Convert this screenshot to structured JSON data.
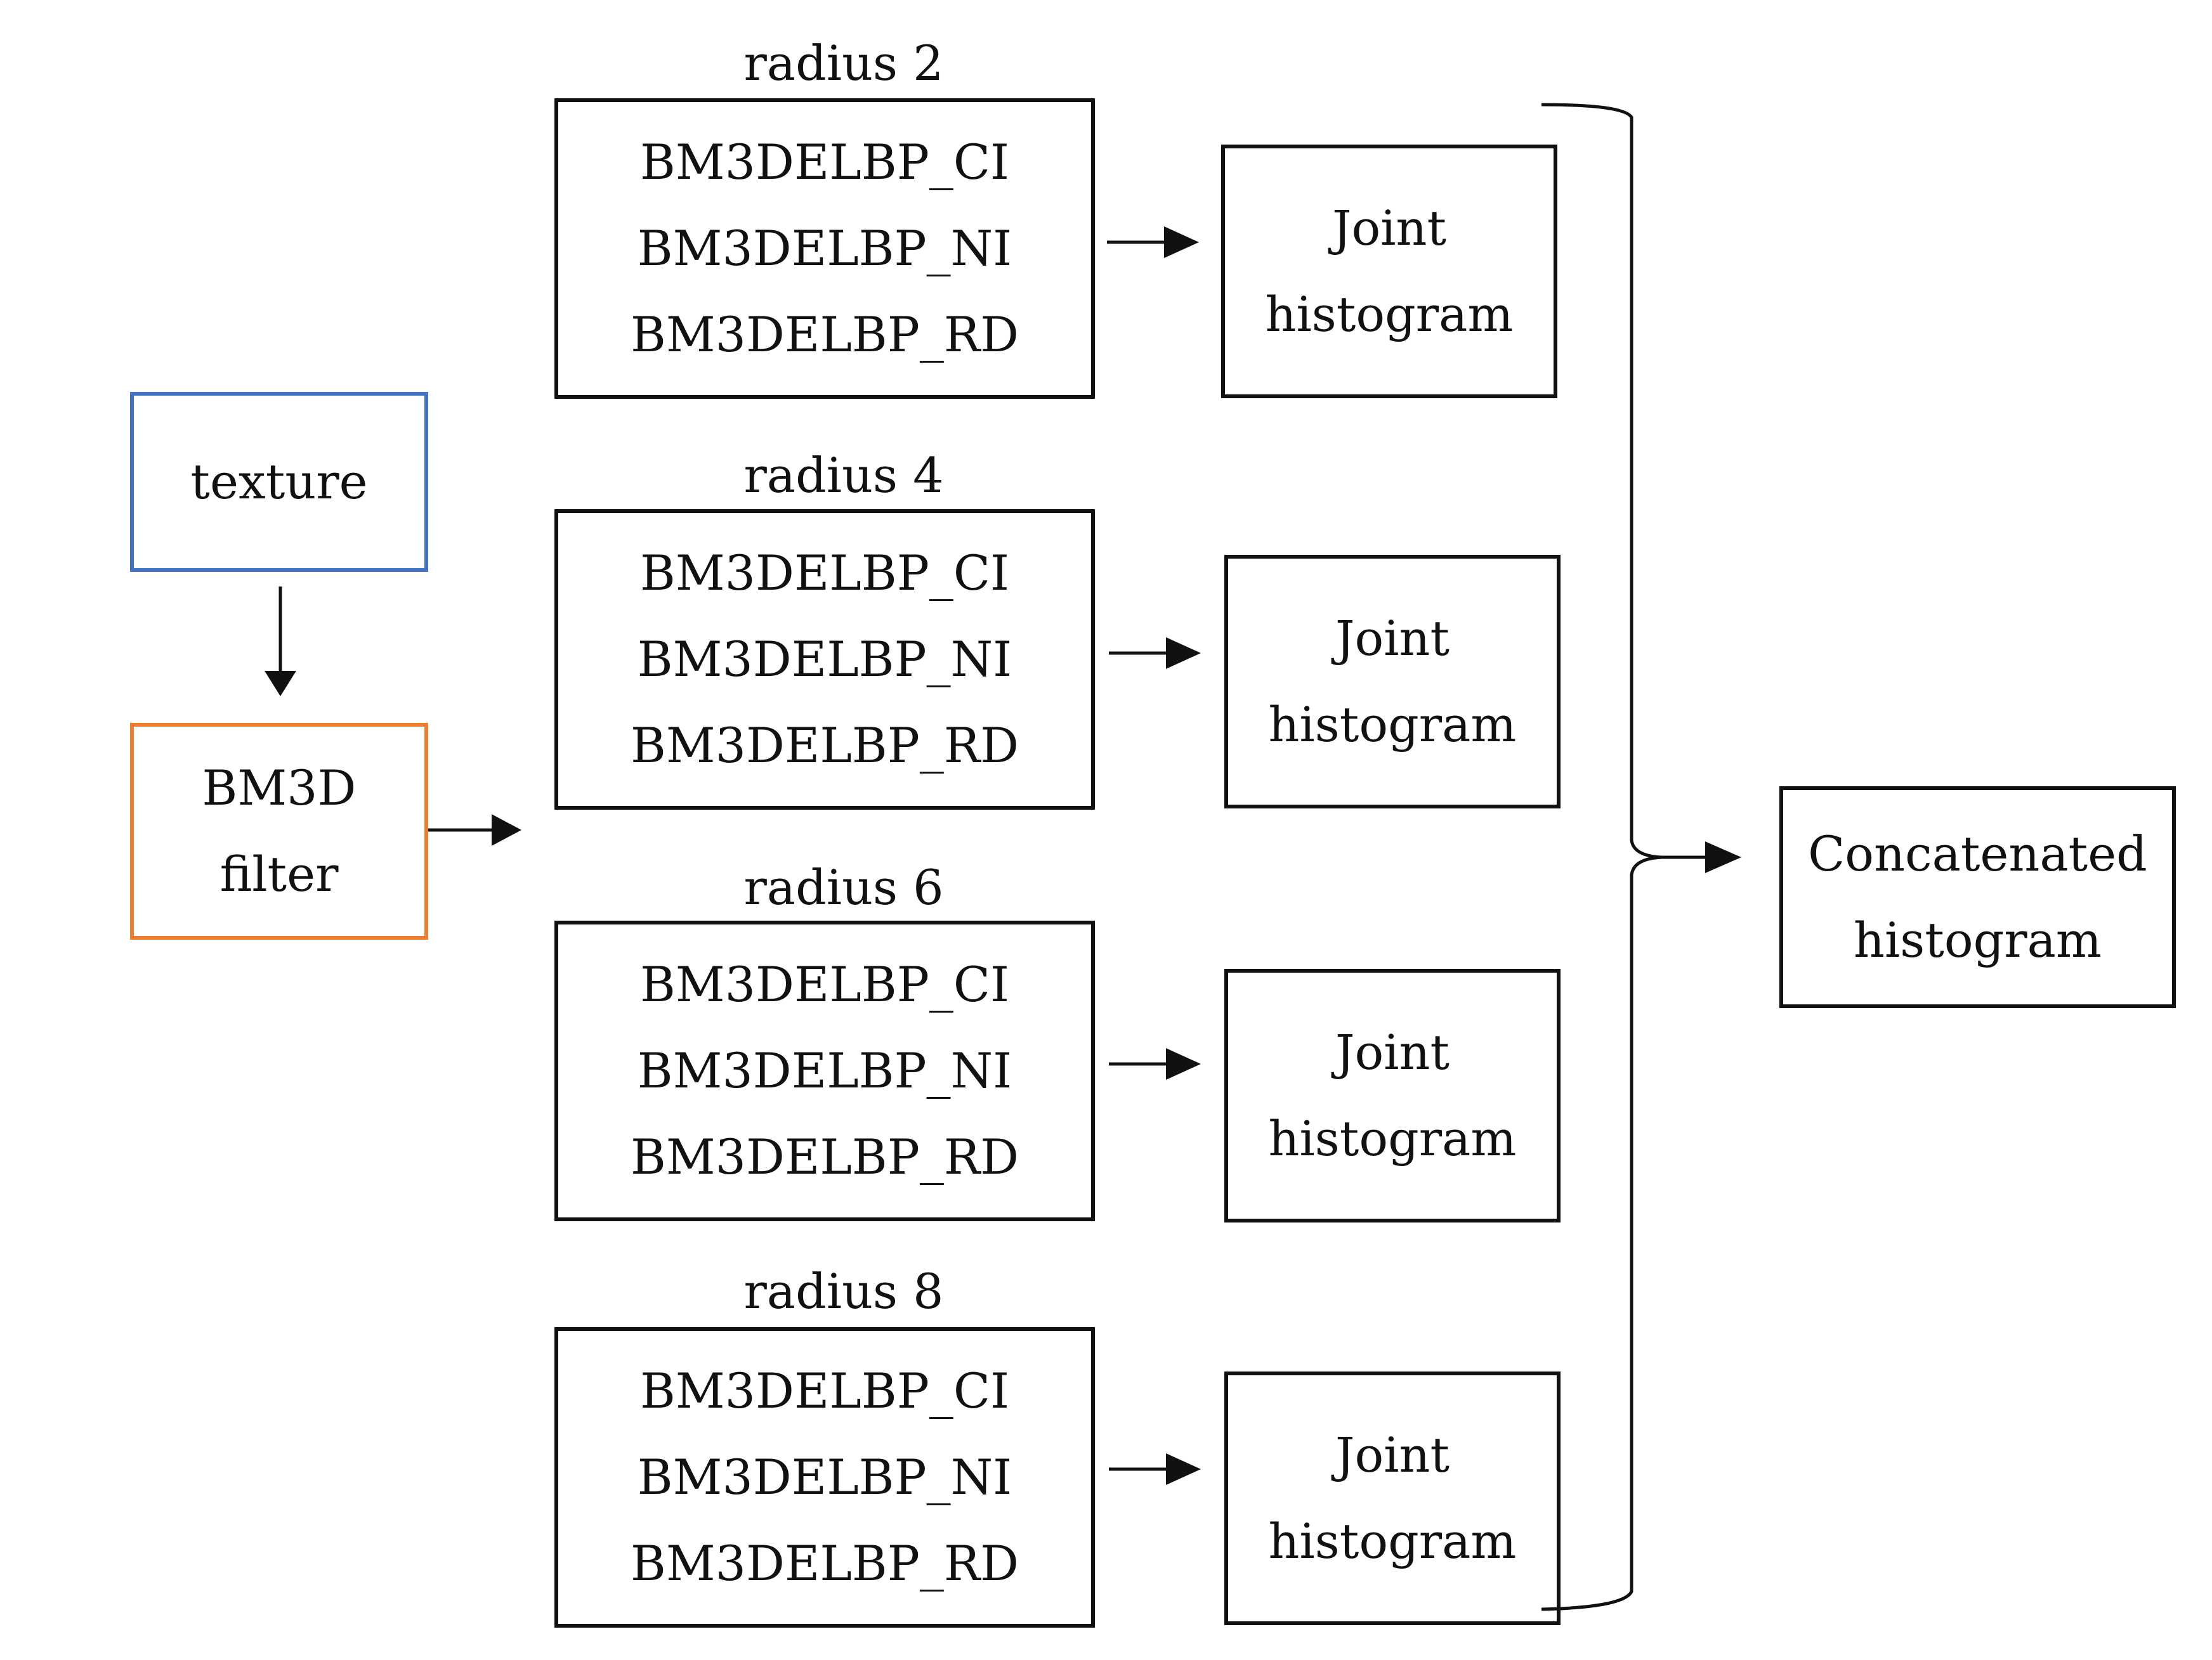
{
  "input": {
    "label": "texture",
    "color": "#4472C4"
  },
  "filter": {
    "line1": "BM3D",
    "line2": "filter",
    "color": "#ED7D31"
  },
  "radius_groups": [
    {
      "title": "radius 2",
      "features": [
        "BM3DELBP_CI",
        "BM3DELBP_NI",
        "BM3DELBP_RD"
      ],
      "output": [
        "Joint",
        "histogram"
      ]
    },
    {
      "title": "radius 4",
      "features": [
        "BM3DELBP_CI",
        "BM3DELBP_NI",
        "BM3DELBP_RD"
      ],
      "output": [
        "Joint",
        "histogram"
      ]
    },
    {
      "title": "radius 6",
      "features": [
        "BM3DELBP_CI",
        "BM3DELBP_NI",
        "BM3DELBP_RD"
      ],
      "output": [
        "Joint",
        "histogram"
      ]
    },
    {
      "title": "radius 8",
      "features": [
        "BM3DELBP_CI",
        "BM3DELBP_NI",
        "BM3DELBP_RD"
      ],
      "output": [
        "Joint",
        "histogram"
      ]
    }
  ],
  "result": {
    "line1": "Concatenated",
    "line2": "histogram"
  }
}
